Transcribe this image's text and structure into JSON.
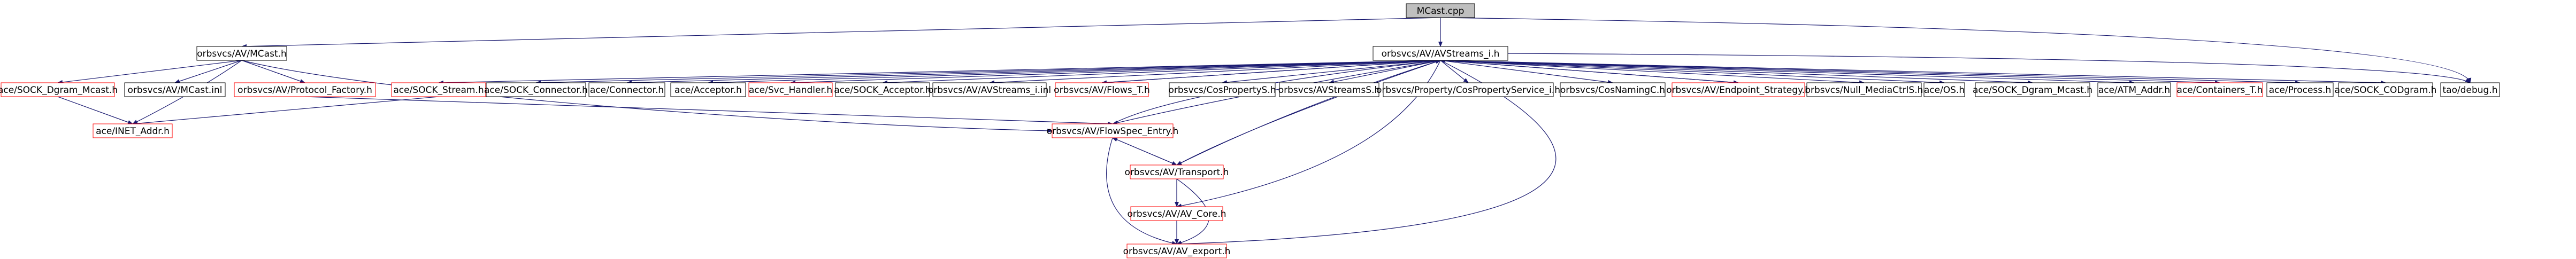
{
  "graph": {
    "colors": {
      "edge": "#191970",
      "node_border_normal": "#000000",
      "node_border_undocumented": "#ff0000",
      "root_fill": "#bfbfbf",
      "node_fill": "#ffffff",
      "text": "#000000"
    },
    "nodes": [
      {
        "id": "mcast_cpp",
        "label": "MCast.cpp",
        "style": "root"
      },
      {
        "id": "mcast_h",
        "label": "orbsvcs/AV/MCast.h",
        "style": "normal"
      },
      {
        "id": "avstreams_i_h",
        "label": "orbsvcs/AV/AVStreams_i.h",
        "style": "normal"
      },
      {
        "id": "sock_dgram_mcast_h",
        "label": "ace/SOCK_Dgram_Mcast.h",
        "style": "red"
      },
      {
        "id": "mcast_inl",
        "label": "orbsvcs/AV/MCast.inl",
        "style": "normal"
      },
      {
        "id": "protocol_factory_h",
        "label": "orbsvcs/AV/Protocol_Factory.h",
        "style": "red"
      },
      {
        "id": "inet_addr_h",
        "label": "ace/INET_Addr.h",
        "style": "red"
      },
      {
        "id": "sock_stream_h",
        "label": "ace/SOCK_Stream.h",
        "style": "red"
      },
      {
        "id": "sock_connector_h",
        "label": "ace/SOCK_Connector.h",
        "style": "normal"
      },
      {
        "id": "connector_h",
        "label": "ace/Connector.h",
        "style": "normal"
      },
      {
        "id": "acceptor_h",
        "label": "ace/Acceptor.h",
        "style": "normal"
      },
      {
        "id": "svc_handler_h",
        "label": "ace/Svc_Handler.h",
        "style": "red"
      },
      {
        "id": "sock_acceptor_h",
        "label": "ace/SOCK_Acceptor.h",
        "style": "normal"
      },
      {
        "id": "avstreams_i_inl",
        "label": "orbsvcs/AV/AVStreams_i.inl",
        "style": "normal"
      },
      {
        "id": "flows_t_h",
        "label": "orbsvcs/AV/Flows_T.h",
        "style": "red"
      },
      {
        "id": "cosproperty_s_h",
        "label": "orbsvcs/CosPropertyS.h",
        "style": "normal"
      },
      {
        "id": "avstreams_s_h",
        "label": "orbsvcs/AVStreamsS.h",
        "style": "normal"
      },
      {
        "id": "cospropertyservice_i_h",
        "label": "orbsvcs/Property/CosPropertyService_i.h",
        "style": "normal"
      },
      {
        "id": "cosnaming_c_h",
        "label": "orbsvcs/CosNamingC.h",
        "style": "normal"
      },
      {
        "id": "endpoint_strategy_h",
        "label": "orbsvcs/AV/Endpoint_Strategy.h",
        "style": "red"
      },
      {
        "id": "null_mediactrl_s_h",
        "label": "orbsvcs/Null_MediaCtrlS.h",
        "style": "normal"
      },
      {
        "id": "os_h",
        "label": "ace/OS.h",
        "style": "normal"
      },
      {
        "id": "sock_dgram_mcast_h_2",
        "label": "ace/SOCK_Dgram_Mcast.h",
        "style": "normal"
      },
      {
        "id": "atm_addr_h",
        "label": "ace/ATM_Addr.h",
        "style": "normal"
      },
      {
        "id": "containers_t_h",
        "label": "ace/Containers_T.h",
        "style": "red"
      },
      {
        "id": "process_h",
        "label": "ace/Process.h",
        "style": "normal"
      },
      {
        "id": "sock_codgram_h",
        "label": "ace/SOCK_CODgram.h",
        "style": "normal"
      },
      {
        "id": "tao_debug_h",
        "label": "tao/debug.h",
        "style": "normal"
      },
      {
        "id": "flowspec_entry_h",
        "label": "orbsvcs/AV/FlowSpec_Entry.h",
        "style": "red"
      },
      {
        "id": "transport_h",
        "label": "orbsvcs/AV/Transport.h",
        "style": "red"
      },
      {
        "id": "av_core_h",
        "label": "orbsvcs/AV/AV_Core.h",
        "style": "red"
      },
      {
        "id": "av_export_h",
        "label": "orbsvcs/AV/AV_export.h",
        "style": "red"
      }
    ],
    "edges": [
      [
        "mcast_cpp",
        "mcast_h"
      ],
      [
        "mcast_cpp",
        "avstreams_i_h"
      ],
      [
        "mcast_cpp",
        "tao_debug_h"
      ],
      [
        "mcast_h",
        "sock_dgram_mcast_h"
      ],
      [
        "mcast_h",
        "mcast_inl"
      ],
      [
        "mcast_h",
        "protocol_factory_h"
      ],
      [
        "mcast_h",
        "inet_addr_h"
      ],
      [
        "mcast_h",
        "flowspec_entry_h"
      ],
      [
        "sock_dgram_mcast_h",
        "inet_addr_h"
      ],
      [
        "sock_stream_h",
        "inet_addr_h"
      ],
      [
        "avstreams_i_h",
        "sock_stream_h"
      ],
      [
        "avstreams_i_h",
        "sock_connector_h"
      ],
      [
        "avstreams_i_h",
        "connector_h"
      ],
      [
        "avstreams_i_h",
        "acceptor_h"
      ],
      [
        "avstreams_i_h",
        "svc_handler_h"
      ],
      [
        "avstreams_i_h",
        "sock_acceptor_h"
      ],
      [
        "avstreams_i_h",
        "avstreams_i_inl"
      ],
      [
        "avstreams_i_h",
        "flows_t_h"
      ],
      [
        "avstreams_i_h",
        "cosproperty_s_h"
      ],
      [
        "avstreams_i_h",
        "avstreams_s_h"
      ],
      [
        "avstreams_i_h",
        "cospropertyservice_i_h"
      ],
      [
        "avstreams_i_h",
        "cosnaming_c_h"
      ],
      [
        "avstreams_i_h",
        "endpoint_strategy_h"
      ],
      [
        "avstreams_i_h",
        "null_mediactrl_s_h"
      ],
      [
        "avstreams_i_h",
        "os_h"
      ],
      [
        "avstreams_i_h",
        "sock_dgram_mcast_h_2"
      ],
      [
        "avstreams_i_h",
        "atm_addr_h"
      ],
      [
        "avstreams_i_h",
        "containers_t_h"
      ],
      [
        "avstreams_i_h",
        "process_h"
      ],
      [
        "avstreams_i_h",
        "sock_codgram_h"
      ],
      [
        "avstreams_i_h",
        "tao_debug_h"
      ],
      [
        "avstreams_i_h",
        "flowspec_entry_h"
      ],
      [
        "avstreams_i_h",
        "transport_h"
      ],
      [
        "avstreams_i_h",
        "av_core_h"
      ],
      [
        "avstreams_i_h",
        "av_export_h"
      ],
      [
        "flows_t_h",
        "avstreams_i_h"
      ],
      [
        "endpoint_strategy_h",
        "avstreams_i_h"
      ],
      [
        "flowspec_entry_h",
        "avstreams_i_h"
      ],
      [
        "flowspec_entry_h",
        "transport_h"
      ],
      [
        "flowspec_entry_h",
        "av_export_h"
      ],
      [
        "transport_h",
        "flowspec_entry_h"
      ],
      [
        "transport_h",
        "av_core_h"
      ],
      [
        "transport_h",
        "av_export_h"
      ],
      [
        "transport_h",
        "avstreams_i_h"
      ],
      [
        "protocol_factory_h",
        "flowspec_entry_h"
      ],
      [
        "av_core_h",
        "av_export_h"
      ]
    ]
  }
}
